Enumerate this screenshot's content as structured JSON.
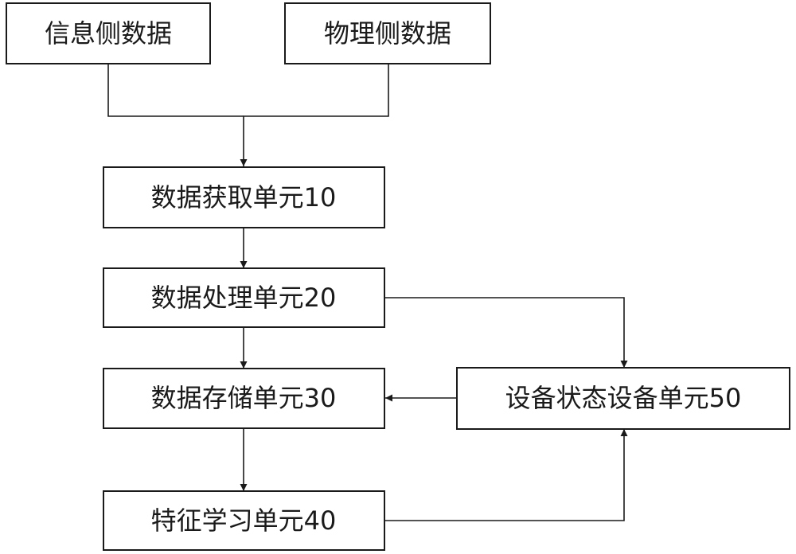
{
  "nodes": {
    "info_data": {
      "label": "信息侧数据"
    },
    "phys_data": {
      "label": "物理侧数据"
    },
    "acquire": {
      "label": "数据获取单元10"
    },
    "process": {
      "label": "数据处理单元20"
    },
    "storage": {
      "label": "数据存储单元30"
    },
    "feature": {
      "label": "特征学习单元40"
    },
    "state": {
      "label": "设备状态设备单元50"
    }
  },
  "edges": [
    {
      "from": "info_data",
      "to": "acquire"
    },
    {
      "from": "phys_data",
      "to": "acquire"
    },
    {
      "from": "acquire",
      "to": "process"
    },
    {
      "from": "process",
      "to": "storage"
    },
    {
      "from": "process",
      "to": "state"
    },
    {
      "from": "state",
      "to": "storage"
    },
    {
      "from": "storage",
      "to": "feature"
    },
    {
      "from": "feature",
      "to": "state"
    }
  ],
  "colors": {
    "line": "#1a1a1a",
    "background": "#ffffff"
  }
}
